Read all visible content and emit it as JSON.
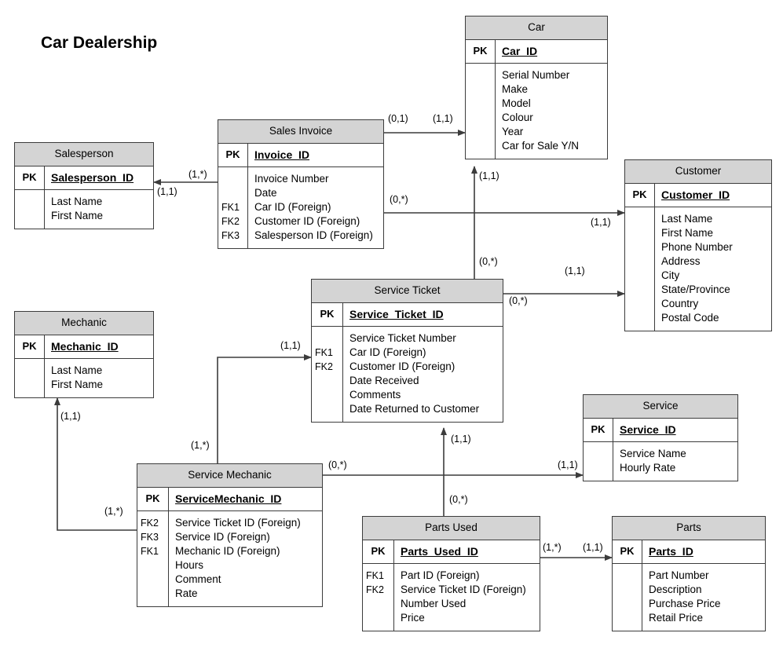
{
  "diagram": {
    "title": "Car Dealership",
    "type": "entity-relationship-diagram",
    "notation": "crows-foot-min-max",
    "colors": {
      "header_fill": "#d4d4d4",
      "box_fill": "#ffffff",
      "line": "#3c3c3c",
      "text": "#000000"
    }
  },
  "entities": [
    {
      "id": "car",
      "name": "Car",
      "pk_label": "PK",
      "pk": "Car_ID",
      "fk_labels": [
        "",
        "",
        "",
        "",
        "",
        ""
      ],
      "attributes": [
        "Serial Number",
        "Make",
        "Model",
        "Colour",
        "Year",
        "Car for Sale Y/N"
      ]
    },
    {
      "id": "sales_invoice",
      "name": "Sales Invoice",
      "pk_label": "PK",
      "pk": "Invoice_ID",
      "fk_labels": [
        "",
        "",
        "FK1",
        "FK2",
        "FK3"
      ],
      "attributes": [
        "Invoice Number",
        "Date",
        "Car ID (Foreign)",
        "Customer ID (Foreign)",
        "Salesperson ID (Foreign)"
      ]
    },
    {
      "id": "salesperson",
      "name": "Salesperson",
      "pk_label": "PK",
      "pk": "Salesperson_ID",
      "fk_labels": [
        "",
        ""
      ],
      "attributes": [
        "Last Name",
        "First Name"
      ]
    },
    {
      "id": "customer",
      "name": "Customer",
      "pk_label": "PK",
      "pk": "Customer_ID",
      "fk_labels": [
        "",
        "",
        "",
        "",
        "",
        "",
        "",
        ""
      ],
      "attributes": [
        "Last Name",
        "First Name",
        "Phone Number",
        "Address",
        "City",
        "State/Province",
        "Country",
        "Postal Code"
      ]
    },
    {
      "id": "service_ticket",
      "name": "Service Ticket",
      "pk_label": "PK",
      "pk": "Service_Ticket_ID",
      "fk_labels": [
        "",
        "FK1",
        "FK2",
        "",
        "",
        ""
      ],
      "attributes": [
        "Service Ticket Number",
        "Car ID (Foreign)",
        "Customer ID (Foreign)",
        "Date Received",
        "Comments",
        "Date Returned to Customer"
      ]
    },
    {
      "id": "mechanic",
      "name": "Mechanic",
      "pk_label": "PK",
      "pk": "Mechanic_ID",
      "fk_labels": [
        "",
        ""
      ],
      "attributes": [
        "Last Name",
        "First Name"
      ]
    },
    {
      "id": "service_mechanic",
      "name": "Service Mechanic",
      "pk_label": "PK",
      "pk": "ServiceMechanic_ID",
      "fk_labels": [
        "FK2",
        "FK3",
        "FK1",
        "",
        "",
        ""
      ],
      "attributes": [
        "Service Ticket ID (Foreign)",
        "Service ID (Foreign)",
        "Mechanic ID (Foreign)",
        "Hours",
        "Comment",
        "Rate"
      ]
    },
    {
      "id": "service",
      "name": "Service",
      "pk_label": "PK",
      "pk": "Service_ID",
      "fk_labels": [
        "",
        ""
      ],
      "attributes": [
        "Service Name",
        "Hourly Rate"
      ]
    },
    {
      "id": "parts_used",
      "name": "Parts Used",
      "pk_label": "PK",
      "pk": "Parts_Used_ID",
      "fk_labels": [
        "FK1",
        "FK2",
        "",
        ""
      ],
      "attributes": [
        "Part ID (Foreign)",
        "Service Ticket ID (Foreign)",
        "Number Used",
        "Price"
      ]
    },
    {
      "id": "parts",
      "name": "Parts",
      "pk_label": "PK",
      "pk": "Parts_ID",
      "fk_labels": [
        "",
        "",
        "",
        ""
      ],
      "attributes": [
        "Part Number",
        "Description",
        "Purchase Price",
        "Retail Price"
      ]
    }
  ],
  "relationships": [
    {
      "from": "sales_invoice",
      "to": "car",
      "source_card": "(0,1)",
      "target_card": "(1,1)"
    },
    {
      "from": "sales_invoice",
      "to": "salesperson",
      "source_card": "(1,*)",
      "target_card": "(1,1)"
    },
    {
      "from": "sales_invoice",
      "to": "customer",
      "source_card": "(0,*)",
      "target_card": "(1,1)"
    },
    {
      "from": "service_ticket",
      "to": "car",
      "source_card": "(0,*)",
      "target_card": "(1,1)"
    },
    {
      "from": "service_ticket",
      "to": "customer",
      "source_card": "(0,*)",
      "target_card": "(1,1)"
    },
    {
      "from": "service_mechanic",
      "to": "service_ticket",
      "source_card": "(1,*)",
      "target_card": "(1,1)"
    },
    {
      "from": "service_mechanic",
      "to": "mechanic",
      "source_card": "(1,*)",
      "target_card": "(1,1)"
    },
    {
      "from": "service_mechanic",
      "to": "service",
      "source_card": "(0,*)",
      "target_card": "(1,1)"
    },
    {
      "from": "parts_used",
      "to": "service_ticket",
      "source_card": "(0,*)",
      "target_card": "(1,1)"
    },
    {
      "from": "parts_used",
      "to": "parts",
      "source_card": "(1,*)",
      "target_card": "(1,1)"
    }
  ],
  "cardinality_labels": {
    "si_car_src": "(0,1)",
    "si_car_tgt": "(1,1)",
    "si_sp_src": "(1,*)",
    "si_sp_tgt": "(1,1)",
    "si_cust_src": "(0,*)",
    "si_cust_tgt": "(1,1)",
    "st_car_src": "(0,*)",
    "st_car_tgt": "(1,1)",
    "st_cust_src": "(0,*)",
    "st_cust_tgt": "(1,1)",
    "sm_st_src": "(1,*)",
    "sm_st_tgt": "(1,1)",
    "sm_mech_src": "(1,*)",
    "sm_mech_tgt": "(1,1)",
    "sm_srv_src": "(0,*)",
    "sm_srv_tgt": "(1,1)",
    "pu_st_src": "(0,*)",
    "pu_st_tgt": "(1,1)",
    "pu_parts_src": "(1,*)",
    "pu_parts_tgt": "(1,1)"
  }
}
